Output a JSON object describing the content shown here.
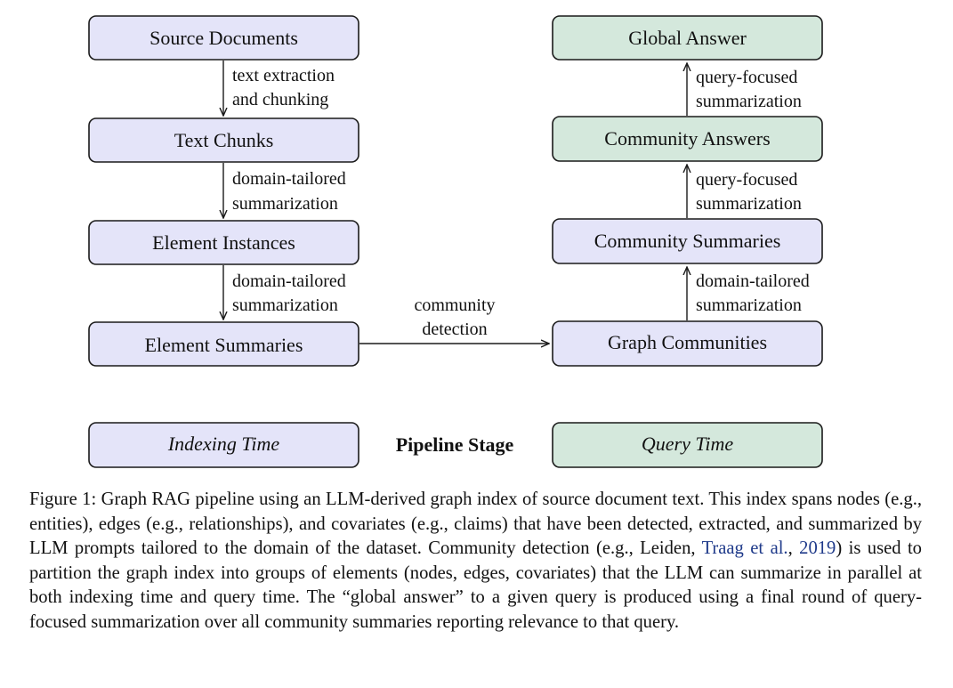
{
  "colors": {
    "indexing_fill": "#e4e4f9",
    "query_fill": "#d4e8dc",
    "stroke": "#1a1a1a",
    "citation": "#1f3a8a"
  },
  "indexing_column": {
    "nodes": [
      {
        "label": "Source Documents"
      },
      {
        "label": "Text Chunks"
      },
      {
        "label": "Element Instances"
      },
      {
        "label": "Element Summaries"
      }
    ],
    "edges": [
      {
        "line1": "text extraction",
        "line2": "and chunking"
      },
      {
        "line1": "domain-tailored",
        "line2": "summarization"
      },
      {
        "line1": "domain-tailored",
        "line2": "summarization"
      }
    ]
  },
  "query_column": {
    "nodes": [
      {
        "label": "Global Answer"
      },
      {
        "label": "Community Answers"
      },
      {
        "label": "Community Summaries"
      },
      {
        "label": "Graph Communities"
      }
    ],
    "edges": [
      {
        "line1": "query-focused",
        "line2": "summarization"
      },
      {
        "line1": "query-focused",
        "line2": "summarization"
      },
      {
        "line1": "domain-tailored",
        "line2": "summarization"
      }
    ]
  },
  "cross_edge": {
    "line1": "community",
    "line2": "detection"
  },
  "legend": {
    "indexing": "Indexing Time",
    "title": "Pipeline Stage",
    "query": "Query Time"
  },
  "caption": {
    "before": "Figure 1: Graph RAG pipeline using an LLM-derived graph index of source document text. This index spans nodes (e.g., entities), edges (e.g., relationships), and covariates (e.g., claims) that have been detected, extracted, and summarized by LLM prompts tailored to the domain of the dataset. Community detection (e.g., Leiden, ",
    "citation_author": "Traag et al.",
    "citation_sep": ", ",
    "citation_year": "2019",
    "after": ") is used to partition the graph index into groups of elements (nodes, edges, covariates) that the LLM can summarize in parallel at both indexing time and query time. The “global answer” to a given query is produced using a final round of query-focused summarization over all community summaries reporting relevance to that query."
  }
}
